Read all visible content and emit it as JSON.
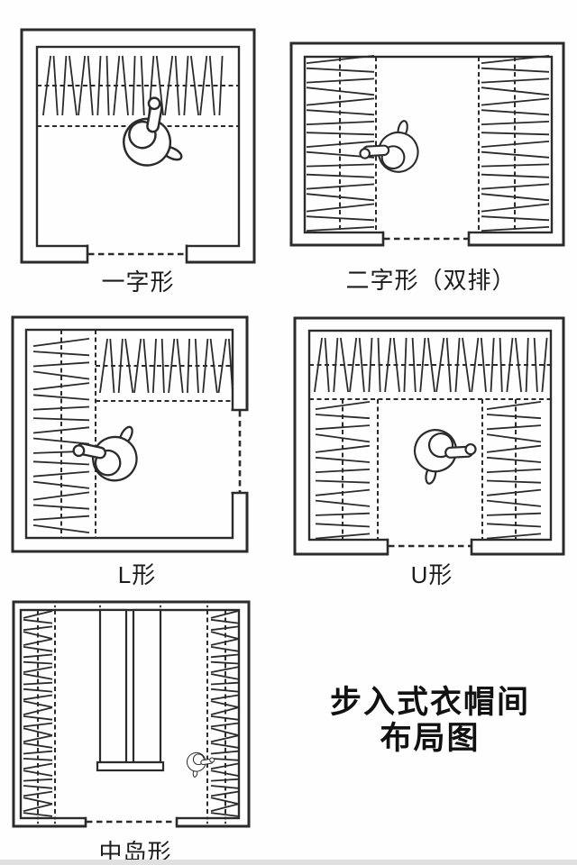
{
  "title": {
    "line1": "步入式衣帽间",
    "line2": "布局图"
  },
  "plans": [
    {
      "label": "一字形"
    },
    {
      "label": "二字形（双排）"
    },
    {
      "label": "L形"
    },
    {
      "label": "U形"
    },
    {
      "label": "中岛形"
    }
  ],
  "colors": {
    "line": "#2b2b2b",
    "text": "#1c1c1c",
    "background": "#fefefe"
  }
}
